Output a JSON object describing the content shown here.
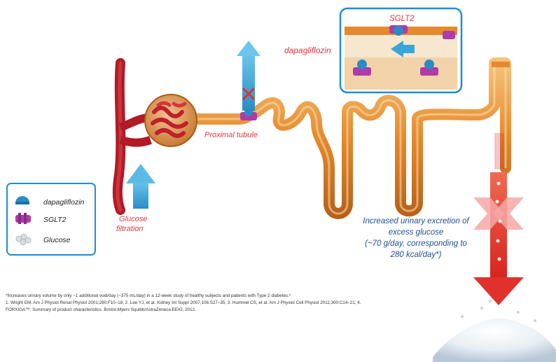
{
  "labels": {
    "dapagliflozin_top": "dapagliflozin",
    "sglt2_top": "SGLT2",
    "proximal_tubule": "Proximal tubule",
    "glucose_filtration_1": "Glucose",
    "glucose_filtration_2": "filtration",
    "excretion_1": "Increased urinary excretion of",
    "excretion_2": "excess glucose",
    "excretion_3": "(~70 g/day, corresponding to",
    "excretion_4": "280 kcal/day*)"
  },
  "legend": {
    "items": [
      {
        "label": "dapagliflozin",
        "icon": "dapagliflozin-icon"
      },
      {
        "label": "SGLT2",
        "icon": "sglt2-icon"
      },
      {
        "label": "Glucose",
        "icon": "glucose-icon"
      }
    ]
  },
  "footnotes": {
    "line1": "*Increases urinary volume by only ~1 additional void/day (~375 mL/day) in a 12-week study of healthy subjects and patients with Type 2 diabetes.⁶",
    "line2": "1. Wright EM. Am J Physiol Renal Physiol 2001;280:F10–18; 2. Lee YJ, et al. Kidney Int Suppl 2007;106:S27–35; 3. Hummel CS, et al. Am J Physiol Cell Physiol 2011;300:C14–21; 4.",
    "line3": "FORXIGA™: Summary of product characteristics. Bristol-Myers Squibb/AstraZeneca EEIG, 2012."
  },
  "colors": {
    "vessel_red": "#c8202a",
    "tubule_orange": "#e48a2c",
    "arrow_blue": "#3aa6d8",
    "arrow_red": "#e0312c",
    "sglt2_purple": "#b03aa8",
    "box_border": "#1e8fd0",
    "label_red": "#e8343c",
    "label_blue": "#1f4f8f"
  }
}
